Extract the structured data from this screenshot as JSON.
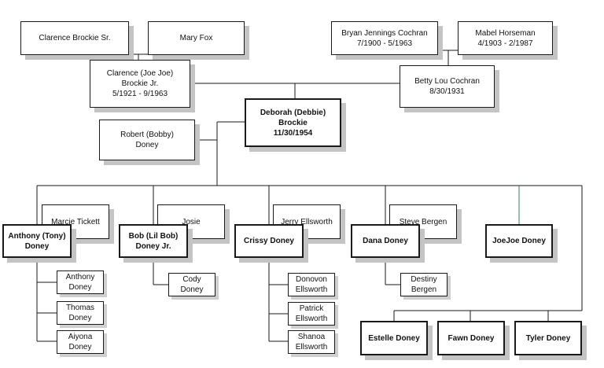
{
  "people": {
    "clarence_sr": "Clarence Brockie Sr.",
    "mary_fox": "Mary Fox",
    "bryan_cochran": "Bryan Jennings Cochran\n7/1900 - 5/1963",
    "mabel_horseman": "Mabel Horseman\n4/1903 - 2/1987",
    "clarence_jr": "Clarence (Joe Joe)\nBrockie Jr.\n5/1921 - 9/1963",
    "betty_cochran": "Betty Lou Cochran\n8/30/1931",
    "deborah": "Deborah (Debbie)\nBrockie\n11/30/1954",
    "robert_doney": "Robert (Bobby)\nDoney",
    "marcie_tickett": "Marcie Tickett",
    "josie": "Josie",
    "jerry_ellsworth": "Jerry Ellsworth",
    "steve_bergen": "Steve Bergen",
    "anthony_tony": "Anthony (Tony)\nDoney",
    "bob_lil_bob": "Bob (Lil Bob)\nDoney Jr.",
    "crissy_doney": "Crissy Doney",
    "dana_doney": "Dana Doney",
    "joejoe_doney": "JoeJoe Doney",
    "anthony_doney": "Anthony\nDoney",
    "thomas_doney": "Thomas\nDoney",
    "aiyona_doney": "Aiyona\nDoney",
    "cody_doney": "Cody\nDoney",
    "donovon_ellsworth": "Donovon\nEllsworth",
    "patrick_ellsworth": "Patrick\nEllsworth",
    "shanoa_ellsworth": "Shanoa\nEllsworth",
    "destiny_bergen": "Destiny\nBergen",
    "estelle_doney": "Estelle Doney",
    "fawn_doney": "Fawn Doney",
    "tyler_doney": "Tyler Doney"
  },
  "colors": {
    "line": "#1a1a1a",
    "teal_line": "#2e7d6e",
    "shadow": "#c4c4c4"
  }
}
